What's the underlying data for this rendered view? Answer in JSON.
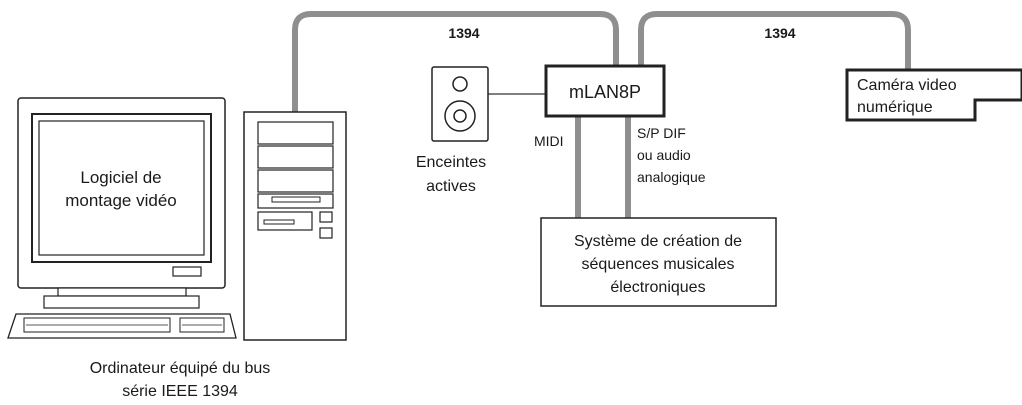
{
  "bus_labels": {
    "left": "1394",
    "right": "1394"
  },
  "mlan_box": {
    "label": "mLAN8P"
  },
  "camera_box": {
    "line1": "Caméra video",
    "line2": "numérique"
  },
  "speakers": {
    "line1": "Enceintes",
    "line2": "actives"
  },
  "midi_label": "MIDI",
  "spdif_label": {
    "line1": "S/P DIF",
    "line2": "ou audio",
    "line3": "analogique"
  },
  "sequencer_box": {
    "line1": "Système de création de",
    "line2": "séquences musicales",
    "line3": "électroniques"
  },
  "monitor_screen": {
    "line1": "Logiciel de",
    "line2": "montage vidéo"
  },
  "computer_caption": {
    "line1": "Ordinateur équipé du bus",
    "line2": "série IEEE 1394"
  }
}
